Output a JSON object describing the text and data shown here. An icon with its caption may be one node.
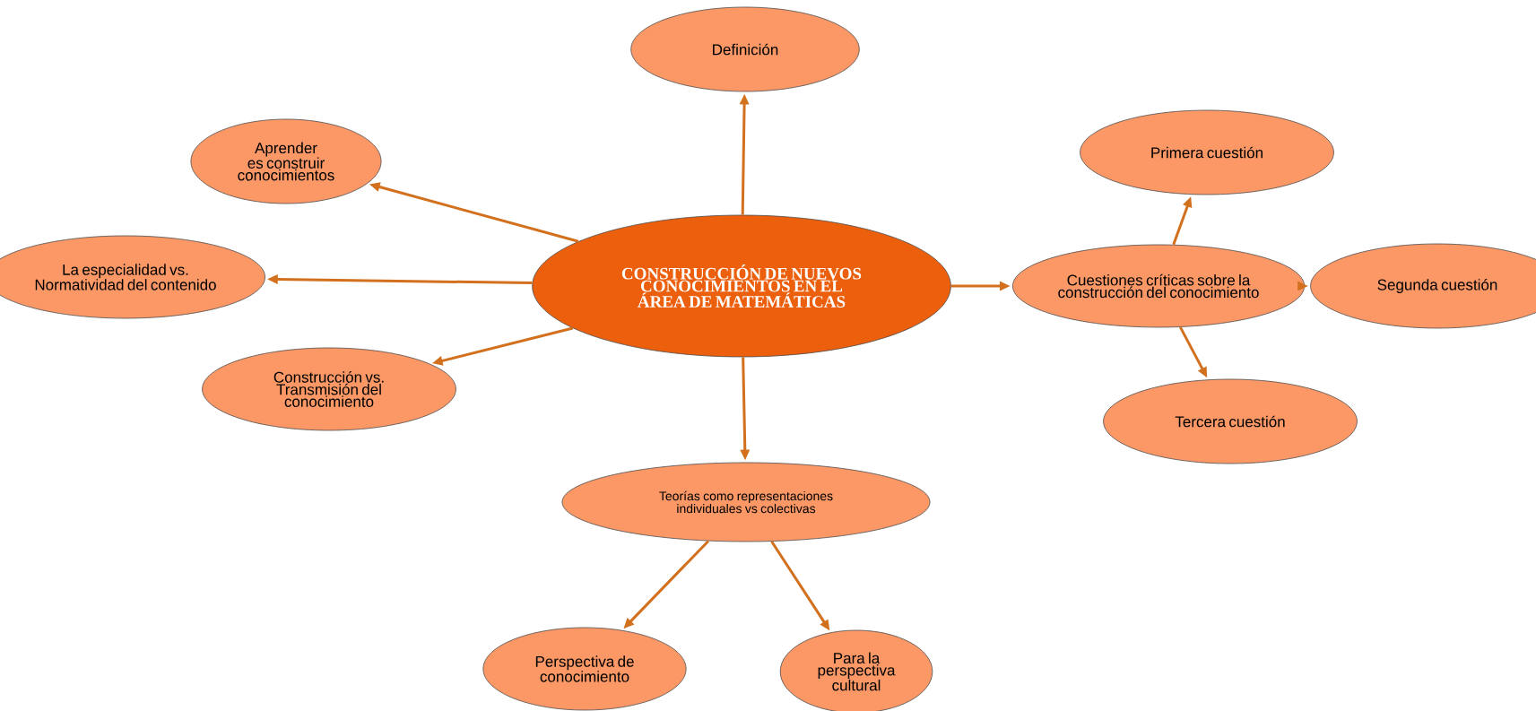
{
  "diagram": {
    "nodes": [
      {
        "text": [
          "CONSTRUCCIÓN DE NUEVOS CONOCIMIENTOS EN EL ÁREA DE MATEMÁTICAS"
        ]
      },
      {
        "text": [
          "Definición"
        ]
      },
      {
        "text": [
          "Aprender es construir conocimientos"
        ]
      },
      {
        "text": [
          "La especialidad vs. Normatividad del contenido"
        ]
      },
      {
        "text": [
          "Construcción vs. Transmisión del conocimiento"
        ]
      },
      {
        "text": [
          "Teorías como representaciones individuales vs colectivas"
        ]
      },
      {
        "text": [
          "Perspectiva de conocimiento"
        ]
      },
      {
        "text": [
          "Para la perspectiva cultural"
        ]
      },
      {
        "text": [
          "Cuestiones críticas sobre la construcción del conocimiento"
        ]
      },
      {
        "text": [
          "Primera cuestión"
        ]
      },
      {
        "text": [
          "Segunda cuestión"
        ]
      },
      {
        "text": [
          "Tercera cuestión"
        ]
      }
    ],
    "edges": [
      {
        "from": 0,
        "to": 1,
        "arrow": "to"
      },
      {
        "from": 0,
        "to": 2,
        "arrow": "to"
      },
      {
        "from": 0,
        "to": 3,
        "arrow": "to"
      },
      {
        "from": 0,
        "to": 4,
        "arrow": "to"
      },
      {
        "from": 0,
        "to": 5,
        "arrow": "to"
      },
      {
        "from": 0,
        "to": 8,
        "arrow": "to"
      },
      {
        "from": 8,
        "to": 9,
        "arrow": "to"
      },
      {
        "from": 8,
        "to": 10,
        "arrow": "to"
      },
      {
        "from": 8,
        "to": 11,
        "arrow": "to"
      },
      {
        "from": 5,
        "to": 6,
        "arrow": "to"
      },
      {
        "from": 5,
        "to": 7,
        "arrow": "to"
      }
    ]
  }
}
